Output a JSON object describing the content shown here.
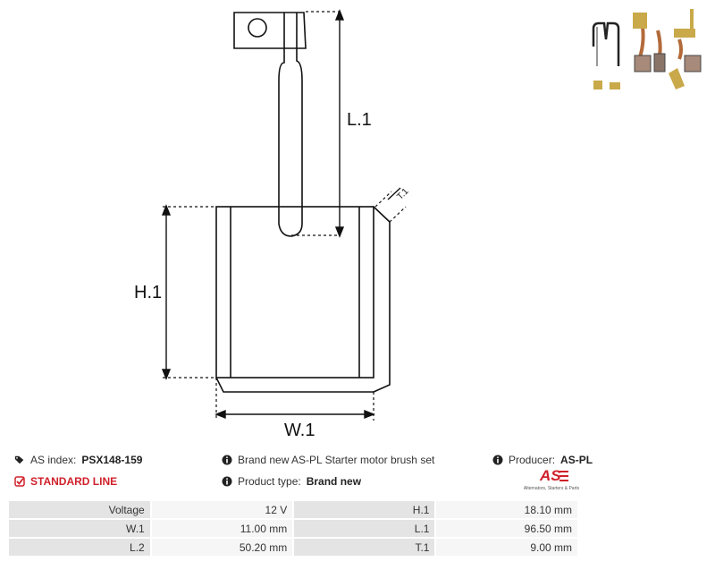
{
  "drawing": {
    "labels": {
      "l1": "L.1",
      "h1": "H.1",
      "w1": "W.1",
      "t1": "T.1"
    }
  },
  "info": {
    "as_index_label": "AS index:",
    "as_index_value": "PSX148-159",
    "standard_line": "STANDARD LINE",
    "description": "Brand new AS-PL Starter motor brush set",
    "product_type_label": "Product type:",
    "product_type_value": "Brand new",
    "producer_label": "Producer:",
    "producer_value": "AS-PL"
  },
  "logo": {
    "mark": "AS",
    "tagline": "Alternators, Starters & Parts",
    "color": "#d0202a"
  },
  "specs": [
    {
      "k1": "Voltage",
      "v1": "12 V",
      "k2": "H.1",
      "v2": "18.10 mm"
    },
    {
      "k1": "W.1",
      "v1": "11.00 mm",
      "k2": "L.1",
      "v2": "96.50 mm"
    },
    {
      "k1": "L.2",
      "v1": "50.20 mm",
      "k2": "T.1",
      "v2": "9.00 mm"
    }
  ],
  "icons": [
    "tags-icon",
    "check-square-icon",
    "info-circle-icon"
  ]
}
